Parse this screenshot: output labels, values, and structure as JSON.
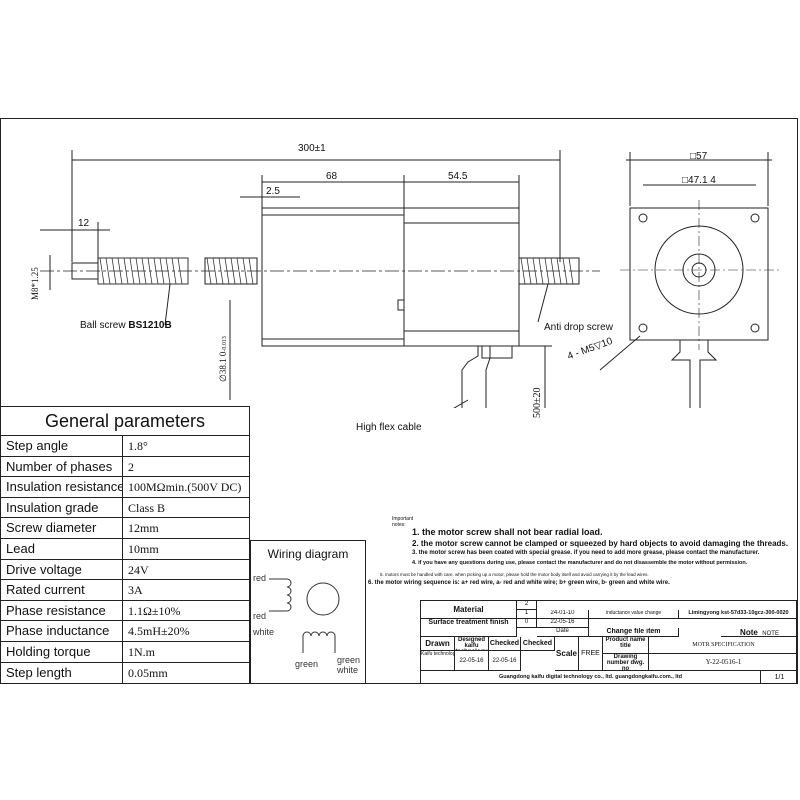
{
  "dimensions": {
    "overall_length": "300±1",
    "body_length": "68",
    "lead_length": "54.5",
    "flange_offset": "2.5",
    "end_length": "12",
    "thread_spec": "M8*1.25",
    "square_size": "□57",
    "hole_spacing": "□47.1 4",
    "boss_diameter": "∅38.1 0",
    "boss_tolerance": "-0.013",
    "cable_length": "500±20",
    "mount_holes": "4 - M5▽10"
  },
  "callouts": {
    "ball_screw_prefix": "Ball screw",
    "ball_screw_model": "BS1210B",
    "anti_drop": "Anti drop screw",
    "cable": "High flex cable"
  },
  "general_parameters": {
    "title": "General parameters",
    "rows": [
      {
        "key": "Step angle",
        "value": "1.8°"
      },
      {
        "key": "Number of phases",
        "value": "2"
      },
      {
        "key": "Insulation resistance",
        "value": "100MΩmin.(500V DC)"
      },
      {
        "key": "Insulation grade",
        "value": "Class B"
      },
      {
        "key": "Screw diameter",
        "value": "12mm"
      },
      {
        "key": "Lead",
        "value": "10mm"
      },
      {
        "key": "Drive voltage",
        "value": "24V"
      },
      {
        "key": "Rated current",
        "value": "3A"
      },
      {
        "key": "Phase resistance",
        "value": "1.1Ω±10%"
      },
      {
        "key": "Phase inductance",
        "value": "4.5mH±20%"
      },
      {
        "key": "Holding torque",
        "value": "1N.m"
      },
      {
        "key": "Step length",
        "value": "0.05mm"
      }
    ]
  },
  "wiring": {
    "title": "Wiring diagram",
    "labels": {
      "red": "red",
      "red_white": "red",
      "white": "white",
      "green": "green",
      "green_white_1": "green",
      "green_white_2": "white"
    }
  },
  "notes": {
    "heading": "Important notes:",
    "items": [
      "1. the motor screw shall not bear radial load.",
      "2. the motor screw cannot be clamped or squeezed by hard objects to avoid damaging the threads.",
      "3. the motor screw has been coated with special grease. if you need to add more grease, please contact the manufacturer.",
      "4. if you have any questions during use, please contact the manufacturer and do not disassemble the motor without permission.",
      "5. motors must be handled with care. when picking up a motor, please hold the motor body itself and avoid carrying it by the lead wires.",
      "6. the motor wiring sequence is: a+ red wire, a- red and white wire; b+ green wire, b- green and white wire."
    ]
  },
  "title_block": {
    "material": "Material",
    "surface": "Surface treatment finish",
    "rev2": "2",
    "rev1": "1",
    "rev0": "0",
    "date1": "24-01-10",
    "date0": "22-05-16",
    "change_desc": "inductance value change",
    "part_no": "Limingyong kst-57d33-10gcz-300-0020",
    "drawn": "Drawn",
    "designed": "Designed kaifu technology",
    "checked1": "Checked",
    "checked2": "Checked",
    "scale": "Scale",
    "scale_value": "FREE",
    "date_label": "Date",
    "change_file": "Change file item",
    "note": "Note",
    "note_value": "NOTE",
    "product_name_label": "Product name title",
    "product_name": "MOTR SPECIFICATION",
    "drawing_label": "Drawing number dwg. no",
    "drawing_no": "Y-22-0516-1",
    "maker": "Kaifu technology",
    "date_a": "22-05-16",
    "date_b": "22-05-16",
    "company": "Guangdong kaifu digital technology co., ltd. guangdongkaifu.com., ltd",
    "sheet": "1/1"
  }
}
